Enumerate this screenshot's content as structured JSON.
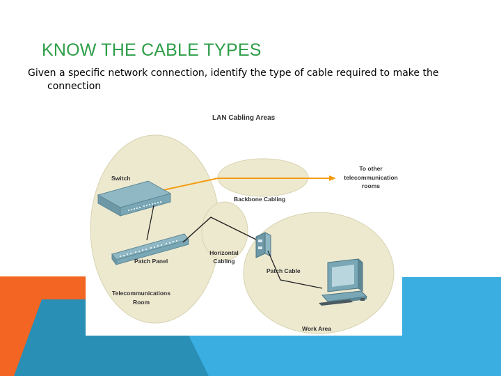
{
  "slide": {
    "title": "KNOW THE CABLE TYPES",
    "subtitle_line1": "Given a specific network connection, identify the type of cable required to make the",
    "subtitle_line2": "connection"
  },
  "diagram": {
    "title": "LAN Cabling Areas",
    "labels": {
      "switch": "Switch",
      "to_other_1": "To other",
      "to_other_2": "telecommunication",
      "to_other_3": "rooms",
      "backbone": "Backbone Cabling",
      "horizontal_1": "Horizontal",
      "horizontal_2": "Cabling",
      "patch_panel": "Patch Panel",
      "patch_cable": "Patch Cable",
      "telecom_1": "Telecommunications",
      "telecom_2": "Room",
      "work_area": "Work Area"
    }
  },
  "colors": {
    "title_green": "#2e9e48",
    "orange": "#f26522",
    "blue": "#3aaee0",
    "teal": "#2a8fb5",
    "area_fill": "#ede9cf",
    "backbone_line": "#f39c12",
    "cable_line": "#222222"
  }
}
